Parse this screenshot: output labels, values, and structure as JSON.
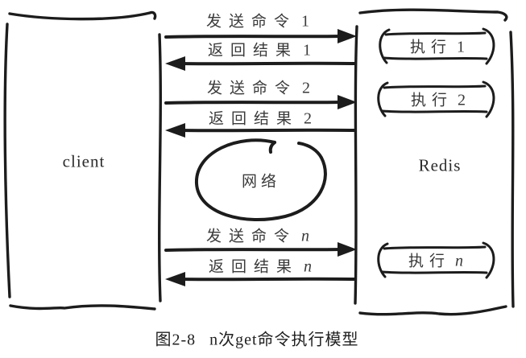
{
  "figure": {
    "client": {
      "label": "client"
    },
    "server": {
      "label": "Redis"
    },
    "network": {
      "label": "网络"
    },
    "executions": [
      {
        "text": "执行",
        "num": "1"
      },
      {
        "text": "执行",
        "num": "2"
      },
      {
        "text": "执行",
        "num": "n"
      }
    ],
    "messages": [
      {
        "text": "发送命令",
        "num": "1",
        "direction": "right"
      },
      {
        "text": "返回结果",
        "num": "1",
        "direction": "left"
      },
      {
        "text": "发送命令",
        "num": "2",
        "direction": "right"
      },
      {
        "text": "返回结果",
        "num": "2",
        "direction": "left"
      },
      {
        "text": "发送命令",
        "num": "n",
        "direction": "right"
      },
      {
        "text": "返回结果",
        "num": "n",
        "direction": "left"
      }
    ],
    "caption": {
      "fig_no": "图2-8",
      "title": "n次get命令执行模型"
    },
    "colors": {
      "ink": "#1c1c1c",
      "background": "#ffffff"
    }
  }
}
